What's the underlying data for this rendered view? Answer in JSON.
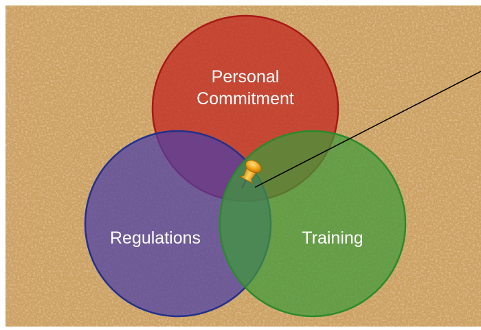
{
  "diagram": {
    "type": "venn",
    "circles": [
      {
        "id": "personal-commitment",
        "label_lines": [
          "Personal",
          "Commitment"
        ],
        "fill": "#c0221e",
        "stroke": "#a81816"
      },
      {
        "id": "regulations",
        "label_lines": [
          "Regulations"
        ],
        "fill": "#4b3fa8",
        "stroke": "#20308c"
      },
      {
        "id": "training",
        "label_lines": [
          "Training"
        ],
        "fill": "#3f9a3a",
        "stroke": "#2b8a2b"
      }
    ]
  },
  "background": {
    "texture": "cork-board",
    "base_color": "#d4a86a"
  },
  "pin": {
    "icon": "pushpin-icon",
    "color": "#f2a516"
  },
  "pointer_line": {
    "color": "#000000"
  },
  "text_color": "#ffffff"
}
